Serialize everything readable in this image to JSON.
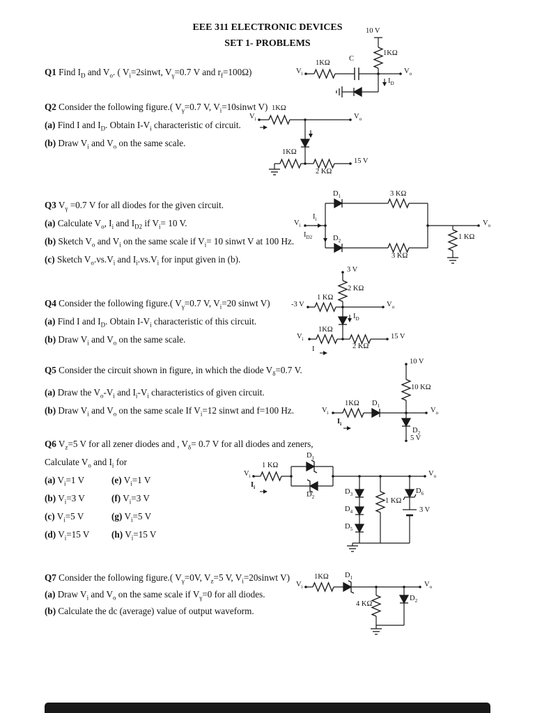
{
  "header": {
    "title": "EEE 311 ELECTRONIC DEVICES",
    "subtitle": "SET 1- PROBLEMS"
  },
  "q1": {
    "marker": "Q1",
    "text": "Find I<sub>D</sub> and V<sub>o</sub>. ( V<sub>i</sub>=2sinwt, V<sub>γ</sub>=0.7 V and r<sub>f</sub>=100Ω)"
  },
  "q2": {
    "marker": "Q2",
    "text": "Consider the following figure.( V<sub>γ</sub>=0.7 V, V<sub>i</sub>=10sinwt V)",
    "a_marker": "(a)",
    "a": "Find I and I<sub>D</sub>. Obtain I-V<sub>i</sub> characteristic of circuit.",
    "b_marker": "(b)",
    "b": "Draw V<sub>i</sub> and V<sub>o</sub> on the same scale."
  },
  "q3": {
    "marker": "Q3",
    "text": "V<sub>γ</sub> =0.7 V for  all diodes for the given circuit.",
    "a_marker": "(a)",
    "a": "Calculate V<sub>o</sub>, I<sub>i</sub> and I<sub>D2</sub> if V<sub>i</sub>= 10 V.",
    "b_marker": "(b)",
    "b": "Sketch V<sub>o</sub> and V<sub>i</sub> on the same scale if V<sub>i</sub>= 10 sinwt V at 100 Hz.",
    "c_marker": "(c)",
    "c": "Sketch V<sub>o</sub>.vs.V<sub>i</sub> and I<sub>i</sub>.vs.V<sub>i</sub> for input given in (b)."
  },
  "q4": {
    "marker": "Q4",
    "text": "Consider the following figure.( V<sub>γ</sub>=0.7 V, V<sub>i</sub>=20 sinwt V)",
    "a_marker": "(a)",
    "a": "Find I and I<sub>D</sub>. Obtain I-V<sub>i</sub> characteristic of this circuit.",
    "b_marker": "(b)",
    "b": "Draw V<sub>i</sub> and V<sub>o</sub> on the same scale."
  },
  "q5": {
    "marker": "Q5",
    "text": "Consider the circuit shown in figure, in which the diode V<sub>δ</sub>=0.7 V.",
    "a_marker": "(a)",
    "a": "Draw the V<sub>o</sub>-V<sub>i</sub> and I<sub>i</sub>-V<sub>i</sub> characteristics of given circuit.",
    "b_marker": "(b)",
    "b": "Draw V<sub>i</sub> and V<sub>o</sub> on the same scale If V<sub>i</sub>=12 sinwt and f=100 Hz."
  },
  "q6": {
    "marker": "Q6",
    "line1": "V<sub>z</sub>=5 V for all zener diodes and , V<sub>δ</sub>= 0.7 V for all diodes and zeners,",
    "line2": "Calculate V<sub>o</sub> and I<sub>i</sub> for",
    "items": [
      {
        "m": "(a)",
        "t": "V<sub>i</sub>=1 V"
      },
      {
        "m": "(e)",
        "t": "V<sub>i</sub>=1 V"
      },
      {
        "m": "(b)",
        "t": "V<sub>i</sub>=3 V"
      },
      {
        "m": "(f)",
        "t": "V<sub>i</sub>=3 V"
      },
      {
        "m": "(c)",
        "t": "V<sub>i</sub>=5 V"
      },
      {
        "m": "(g)",
        "t": "V<sub>i</sub>=5 V"
      },
      {
        "m": "(d)",
        "t": "V<sub>i</sub>=15 V"
      },
      {
        "m": "(h)",
        "t": "V<sub>i</sub>=15 V"
      }
    ]
  },
  "q7": {
    "marker": "Q7",
    "text": "Consider the following figure.( V<sub>γ</sub>=0V,  V<sub>z</sub>=5 V, V<sub>i</sub>=20sinwt V)",
    "a_marker": "(a)",
    "a": "Draw V<sub>i</sub> and V<sub>o</sub> on the same scale if V<sub>γ</sub>=0 for all diodes.",
    "b_marker": "(b)",
    "b": "Calculate the dc (average) value of output waveform."
  },
  "c1": {
    "supply": "10 V",
    "r_top": "1KΩ",
    "cap": "C",
    "r_in": "1KΩ",
    "vi": "V<sub>i</sub>",
    "vo": "V<sub>o</sub>",
    "id": "I<sub>D</sub>"
  },
  "c2": {
    "r_in": "1KΩ",
    "vi": "V<sub>i</sub>",
    "vo": "V<sub>o</sub>",
    "r_left": "1KΩ",
    "r_right": "2 KΩ",
    "supply": "15 V"
  },
  "c3": {
    "d1": "D<sub>1</sub>",
    "r_top": "3 KΩ",
    "vi": "V<sub>i</sub>",
    "ii": "I<sub>i</sub>",
    "id2": "I<sub>D2</sub>",
    "d2": "D<sub>2</sub>",
    "r_mid": "3 KΩ",
    "r_load": "1 KΩ",
    "vo": "V<sub>o</sub>"
  },
  "c4": {
    "supply_top": "3 V",
    "r_top": "2 KΩ",
    "r_left": "1 KΩ",
    "v_left": "-3 V",
    "vo": "V<sub>o</sub>",
    "id": "I<sub>D</sub>",
    "r_in": "1KΩ",
    "vi": "V<sub>i</sub>",
    "r_right": "2 KΩ",
    "supply_right": "15 V",
    "i": "I"
  },
  "c5": {
    "supply_top": "10 V",
    "r_top": "10 KΩ",
    "r_in": "1KΩ",
    "d1": "D<sub>1</sub>",
    "vi": "V<sub>i</sub>",
    "vo": "V<sub>o</sub>",
    "ii": "I<sub>i</sub>",
    "d2": "D<sub>2</sub>",
    "supply_bot": "5 V"
  },
  "c6": {
    "r_in": "1 KΩ",
    "vi": "V<sub>i</sub>",
    "ii": "I<sub>i</sub>",
    "d1": "D<sub>1</sub>",
    "d2": "D<sub>2</sub>",
    "vo": "V<sub>o</sub>",
    "d3": "D<sub>3</sub>",
    "d4": "D<sub>4</sub>",
    "d5": "D<sub>5</sub>",
    "d6": "D<sub>6</sub>",
    "r_load": "1 KΩ",
    "batt": "3 V"
  },
  "c7": {
    "r_in": "1KΩ",
    "d1": "D<sub>1</sub>",
    "vi": "V<sub>i</sub>",
    "vo": "V<sub>o</sub>",
    "r_load": "4 KΩ",
    "d2": "D<sub>2</sub>"
  }
}
